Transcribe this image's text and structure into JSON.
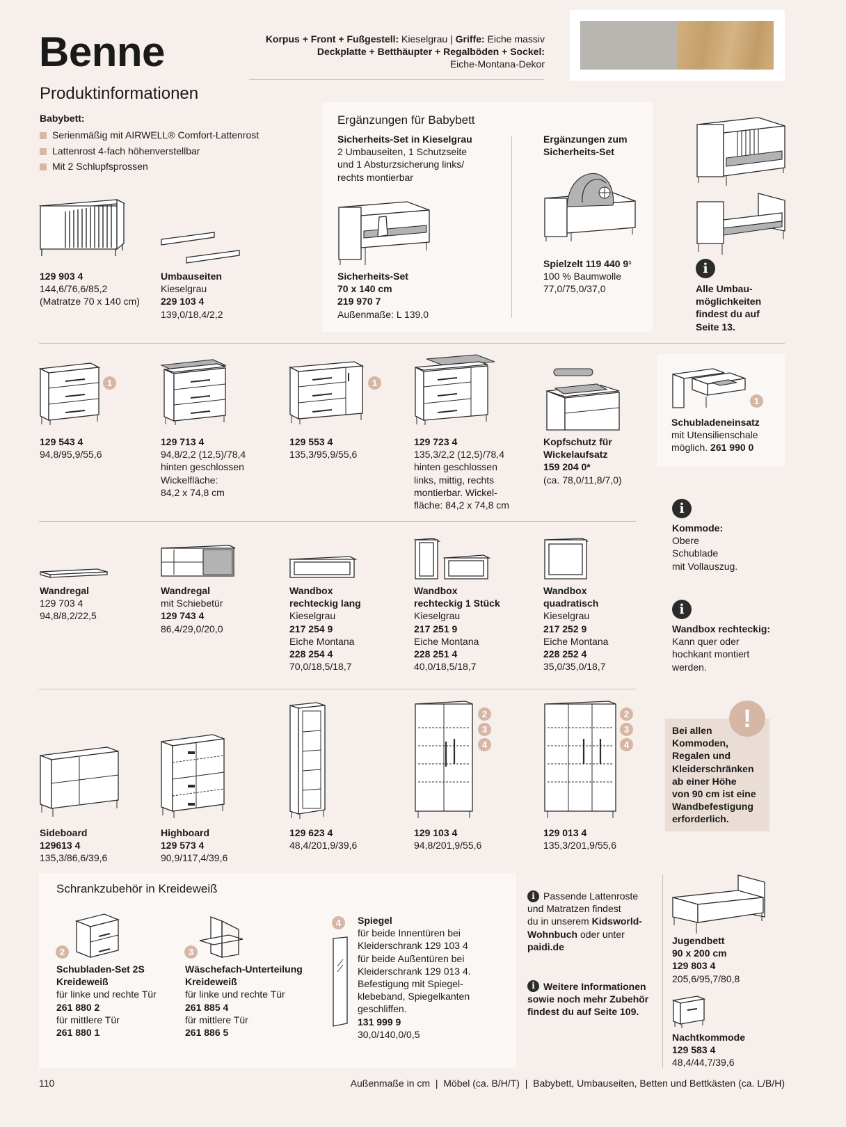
{
  "header": {
    "title": "Benne",
    "subtitle": "Produktinformationen",
    "material_lines": [
      [
        "Korpus + Front + Fußgestell:",
        " Kieselgrau | ",
        "Griffe:",
        " Eiche massiv"
      ],
      [
        "Deckplatte + Betthäupter + Regalböden + Sockel:"
      ],
      [
        "Eiche-Montana-Dekor"
      ]
    ],
    "swatches": {
      "kieselgrau": "#b9b6b1",
      "eiche": "#c9a877"
    }
  },
  "babybett": {
    "heading": "Babybett:",
    "features": [
      "Serienmäßig mit AIRWELL® Comfort-Lattenrost",
      "Lattenrost 4-fach höhenverstellbar",
      "Mit 2 Schlupfsprossen"
    ],
    "bed": [
      "129 903 4",
      "144,6/76,6/85,2",
      "(Matratze 70 x 140 cm)"
    ],
    "umbauseiten": [
      "Umbauseiten",
      "Kieselgrau",
      "229 103 4",
      "139,0/18,4/2,2"
    ]
  },
  "ergaenzungen": {
    "heading": "Ergänzungen für Babybett",
    "set_title": "Sicherheits-Set in Kieselgrau",
    "set_desc": [
      "2 Umbauseiten, 1 Schutzseite",
      "und 1 Absturzsicherung links/",
      "rechts montierbar"
    ],
    "set_caption": [
      "Sicherheits-Set",
      "70 x 140 cm",
      "219 970 7",
      "Außenmaße: L 139,0"
    ],
    "zum_title": [
      "Ergänzungen zum",
      "Sicherheits-Set"
    ],
    "spielzelt": [
      "Spielzelt 119 440 9¹",
      "100 % Baumwolle",
      "77,0/75,0/37,0"
    ]
  },
  "umbau_info": [
    "Alle Umbau-",
    "möglichkeiten",
    "findest du auf",
    "Seite 13."
  ],
  "kommoden": [
    {
      "lines": [
        "129 543 4",
        "94,8/95,9/55,6"
      ],
      "badge": "1"
    },
    {
      "lines": [
        "129 713 4",
        "94,8/2,2 (12,5)/78,4",
        "hinten geschlossen",
        "Wickelfläche:",
        "84,2 x 74,8 cm"
      ]
    },
    {
      "lines": [
        "129 553 4",
        "135,3/95,9/55,6"
      ],
      "badge": "1"
    },
    {
      "lines": [
        "129 723 4",
        "135,3/2,2 (12,5)/78,4",
        "hinten geschlossen",
        "links, mittig, rechts",
        "montierbar. Wickel-",
        "fläche: 84,2 x 74,8 cm"
      ]
    },
    {
      "lines": [
        "Kopfschutz für",
        "Wickelaufsatz",
        "159 204 0*",
        "(ca. 78,0/11,8/7,0)"
      ]
    }
  ],
  "schubladeneinsatz": {
    "badge": "1",
    "title": "Schubladeneinsatz",
    "line2": "mit Utensilienschale",
    "line3a": "möglich. ",
    "line3b": "261 990 0"
  },
  "info_kommode": [
    "Kommode:",
    "Obere",
    "Schublade",
    "mit Vollauszug."
  ],
  "wand": [
    {
      "lines": [
        "Wandregal",
        "129 703 4",
        "94,8/8,2/22,5"
      ]
    },
    {
      "lines": [
        "Wandregal",
        "mit Schiebetür",
        "129 743 4",
        "86,4/29,0/20,0"
      ]
    },
    {
      "lines": [
        "Wandbox",
        "rechteckig lang",
        "Kieselgrau",
        "217 254 9",
        "Eiche Montana",
        "228 254 4",
        "70,0/18,5/18,7"
      ]
    },
    {
      "lines": [
        "Wandbox",
        "rechteckig 1 Stück",
        "Kieselgrau",
        "217 251 9",
        "Eiche Montana",
        "228 251 4",
        "40,0/18,5/18,7"
      ]
    },
    {
      "lines": [
        "Wandbox",
        "quadratisch",
        "Kieselgrau",
        "217 252 9",
        "Eiche Montana",
        "228 252 4",
        "35,0/35,0/18,7"
      ]
    }
  ],
  "info_wandbox": [
    "Wandbox rechteckig:",
    "Kann quer oder",
    "hochkant montiert",
    "werden."
  ],
  "schraenke": [
    {
      "lines": [
        "Sideboard",
        "129613 4",
        "135,3/86,6/39,6"
      ]
    },
    {
      "lines": [
        "Highboard",
        "129 573 4",
        "90,9/117,4/39,6"
      ]
    },
    {
      "lines": [
        "129 623 4",
        "48,4/201,9/39,6"
      ]
    },
    {
      "lines": [
        "129 103 4",
        "94,8/201,9/55,6"
      ],
      "badges": [
        "2",
        "3",
        "4"
      ]
    },
    {
      "lines": [
        "129 013 4",
        "135,3/201,9/55,6"
      ],
      "badges": [
        "2",
        "3",
        "4"
      ]
    }
  ],
  "warning": {
    "icon": "!",
    "lines": [
      "Bei allen",
      "Kommoden,",
      "Regalen und",
      "Kleiderschränken",
      "ab einer Höhe",
      "von 90 cm ist eine",
      "Wandbefestigung",
      "erforderlich."
    ]
  },
  "zubehoer": {
    "heading": "Schrankzubehör in Kreideweiß",
    "items": [
      {
        "badge": "2",
        "lines": [
          "Schubladen-Set 2S",
          "Kreideweiß",
          "für linke und rechte Tür",
          "261 880 2",
          "für mittlere Tür",
          "261 880 1"
        ]
      },
      {
        "badge": "3",
        "lines": [
          "Wäschefach-Unterteilung",
          "Kreideweiß",
          "für linke und rechte Tür",
          "261 885 4",
          "für mittlere Tür",
          "261 886 5"
        ]
      },
      {
        "badge": "4",
        "lines": [
          "Spiegel",
          "für beide Innentüren bei",
          "Kleiderschrank  129 103 4",
          "für beide Außentüren bei",
          "Kleiderschrank  129 013 4.",
          "Befestigung mit Spiegel-",
          "klebeband, Spiegelkanten",
          "geschliffen.",
          "131 999 9",
          "30,0/140,0/0,5"
        ]
      }
    ]
  },
  "notes": {
    "note1": [
      "Passende Lattenroste",
      "und Matratzen findest",
      "du in unserem ",
      "Kidsworld-",
      "Wohnbuch",
      " oder unter",
      "paidi.de"
    ],
    "note2": [
      "Weitere Informationen",
      "sowie noch mehr Zubehör",
      "findest du auf Seite 109."
    ]
  },
  "jugendbett": [
    "Jugendbett",
    "90 x 200 cm",
    "129 803 4",
    "205,6/95,7/80,8"
  ],
  "nachtkommode": [
    "Nachtkommode",
    "129 583 4",
    "48,4/44,7/39,6"
  ],
  "info_glyph": "i",
  "footer": {
    "page": "110",
    "note": "Außenmaße in cm  |  Möbel (ca. B/H/T)  |  Babybett, Umbauseiten, Betten und Bettkästen (ca. L/B/H)"
  }
}
